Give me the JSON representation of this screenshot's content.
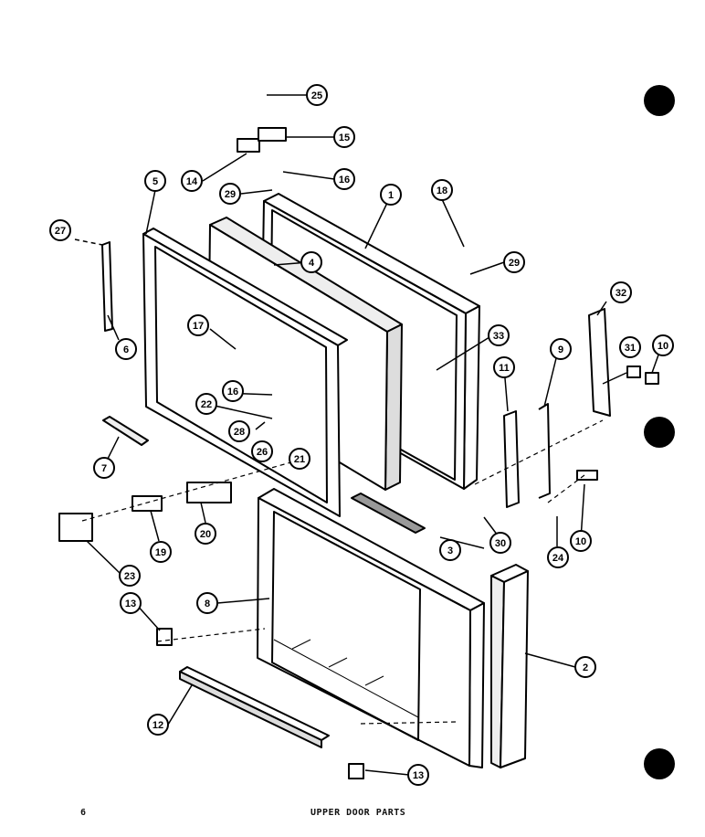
{
  "footer": {
    "page_number": "6",
    "title": "UPPER DOOR PARTS"
  },
  "callouts": [
    {
      "id": "c25",
      "label": "25"
    },
    {
      "id": "c15",
      "label": "15"
    },
    {
      "id": "c14",
      "label": "14"
    },
    {
      "id": "c16a",
      "label": "16"
    },
    {
      "id": "c29a",
      "label": "29"
    },
    {
      "id": "c5",
      "label": "5"
    },
    {
      "id": "c1",
      "label": "1"
    },
    {
      "id": "c18",
      "label": "18"
    },
    {
      "id": "c27",
      "label": "27"
    },
    {
      "id": "c4",
      "label": "4"
    },
    {
      "id": "c29b",
      "label": "29"
    },
    {
      "id": "c32",
      "label": "32"
    },
    {
      "id": "c6",
      "label": "6"
    },
    {
      "id": "c17",
      "label": "17"
    },
    {
      "id": "c33",
      "label": "33"
    },
    {
      "id": "c9",
      "label": "9"
    },
    {
      "id": "c11",
      "label": "11"
    },
    {
      "id": "c31",
      "label": "31"
    },
    {
      "id": "c10a",
      "label": "10"
    },
    {
      "id": "c16b",
      "label": "16"
    },
    {
      "id": "c22",
      "label": "22"
    },
    {
      "id": "c28",
      "label": "28"
    },
    {
      "id": "c26",
      "label": "26"
    },
    {
      "id": "c21",
      "label": "21"
    },
    {
      "id": "c7",
      "label": "7"
    },
    {
      "id": "c20",
      "label": "20"
    },
    {
      "id": "c19",
      "label": "19"
    },
    {
      "id": "c23",
      "label": "23"
    },
    {
      "id": "c3",
      "label": "3"
    },
    {
      "id": "c30",
      "label": "30"
    },
    {
      "id": "c24",
      "label": "24"
    },
    {
      "id": "c10b",
      "label": "10"
    },
    {
      "id": "c8",
      "label": "8"
    },
    {
      "id": "c13a",
      "label": "13"
    },
    {
      "id": "c2",
      "label": "2"
    },
    {
      "id": "c12",
      "label": "12"
    },
    {
      "id": "c13b",
      "label": "13"
    }
  ]
}
